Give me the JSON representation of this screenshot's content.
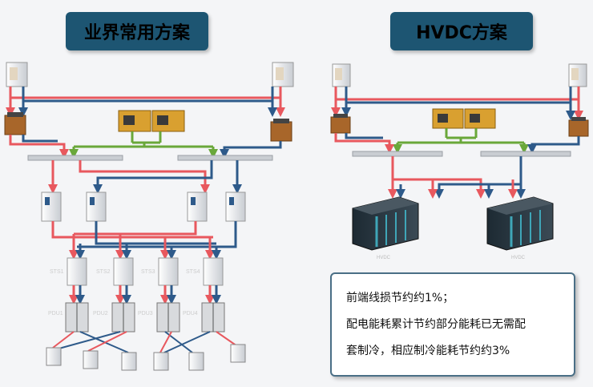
{
  "titles": {
    "left": "业界常用方案",
    "right": "HVDC方案"
  },
  "labels": {
    "left_sts": [
      "STS1",
      "STS2",
      "STS3",
      "STS4"
    ],
    "left_pdu": [
      "PDU1",
      "PDU2",
      "PDU3",
      "PDU4"
    ],
    "right_hvdc": [
      "HVDC",
      "HVDC"
    ]
  },
  "note": {
    "lines": [
      "前端线损节约约1%；",
      "配电能耗累计节约部分能耗已无需配",
      "套制冷，相应制冷能耗节约约3%"
    ]
  },
  "colors": {
    "red": "#e8585e",
    "blue": "#2e5a8a",
    "green": "#6aa83a",
    "title_bg": "#1d5572",
    "busbar": "#c9cdd2"
  }
}
